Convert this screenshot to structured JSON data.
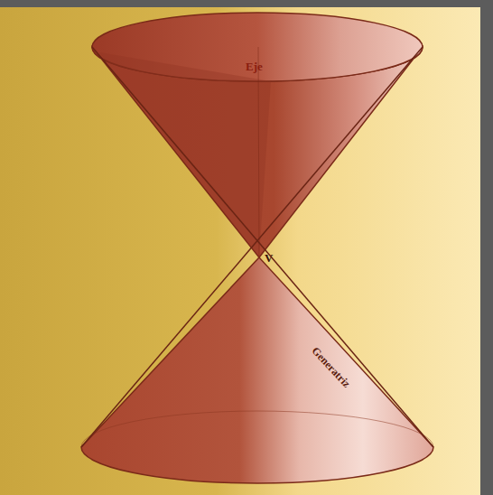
{
  "diagram": {
    "labels": [
      "Eje",
      "V",
      "Generatriz"
    ]
  }
}
